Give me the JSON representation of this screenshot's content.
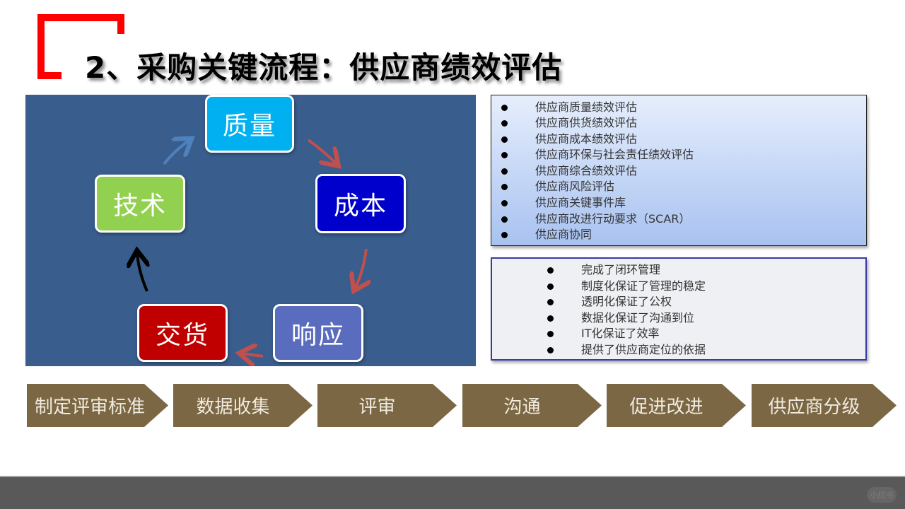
{
  "slide": {
    "title": "2、采购关键流程：供应商绩效评估",
    "accent_color": "#ff0000"
  },
  "cycle_diagram": {
    "background_color": "#395d8c",
    "nodes": [
      {
        "label": "质量",
        "color": "#00b0f0"
      },
      {
        "label": "成本",
        "color": "#0000cc"
      },
      {
        "label": "响应",
        "color": "#5a6cbe"
      },
      {
        "label": "交货",
        "color": "#c00000"
      },
      {
        "label": "技术",
        "color": "#92d050"
      }
    ],
    "arrows": [
      {
        "from": "质量",
        "to": "成本",
        "color": "#c0504d"
      },
      {
        "from": "成本",
        "to": "响应",
        "color": "#c0504d"
      },
      {
        "from": "响应",
        "to": "交货",
        "color": "#c0504d"
      },
      {
        "from": "交货",
        "to": "技术",
        "color": "#000000"
      },
      {
        "from": "技术",
        "to": "质量",
        "color": "#4f81bd"
      }
    ]
  },
  "evaluation_list": {
    "items": [
      "供应商质量绩效评估",
      "供应商供货绩效评估",
      "供应商成本绩效评估",
      "供应商环保与社会责任绩效评估",
      "供应商综合绩效评估",
      "供应商风险评估",
      "供应商关键事件库",
      "供应商改进行动要求（SCAR）",
      "供应商协同"
    ]
  },
  "benefits_list": {
    "items": [
      "完成了闭环管理",
      "制度化保证了管理的稳定",
      "透明化保证了公权",
      "数据化保证了沟通到位",
      "IT化保证了效率",
      "提供了供应商定位的依据"
    ]
  },
  "process_steps": {
    "color": "#7b6744",
    "steps": [
      "制定评审标准",
      "数据收集",
      "评审",
      "沟通",
      "促进改进",
      "供应商分级"
    ]
  },
  "footer": {
    "watermark": "小红书"
  }
}
